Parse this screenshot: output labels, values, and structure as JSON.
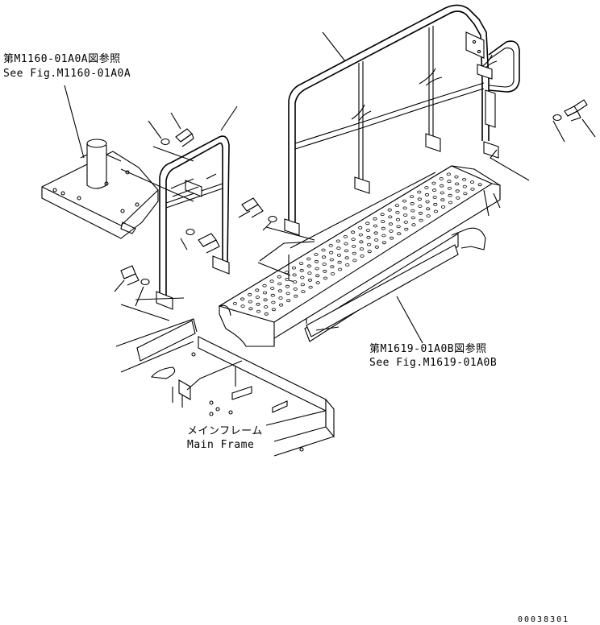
{
  "references": {
    "fig_a": {
      "jp": "第M1160-01A0A図参照",
      "en": "See Fig.M1160-01A0A"
    },
    "fig_b": {
      "jp": "第M1619-01A0B図参照",
      "en": "See Fig.M1619-01A0B"
    }
  },
  "main_frame": {
    "jp": "メインフレーム",
    "en": "Main Frame"
  },
  "drawing_number": "00038301"
}
